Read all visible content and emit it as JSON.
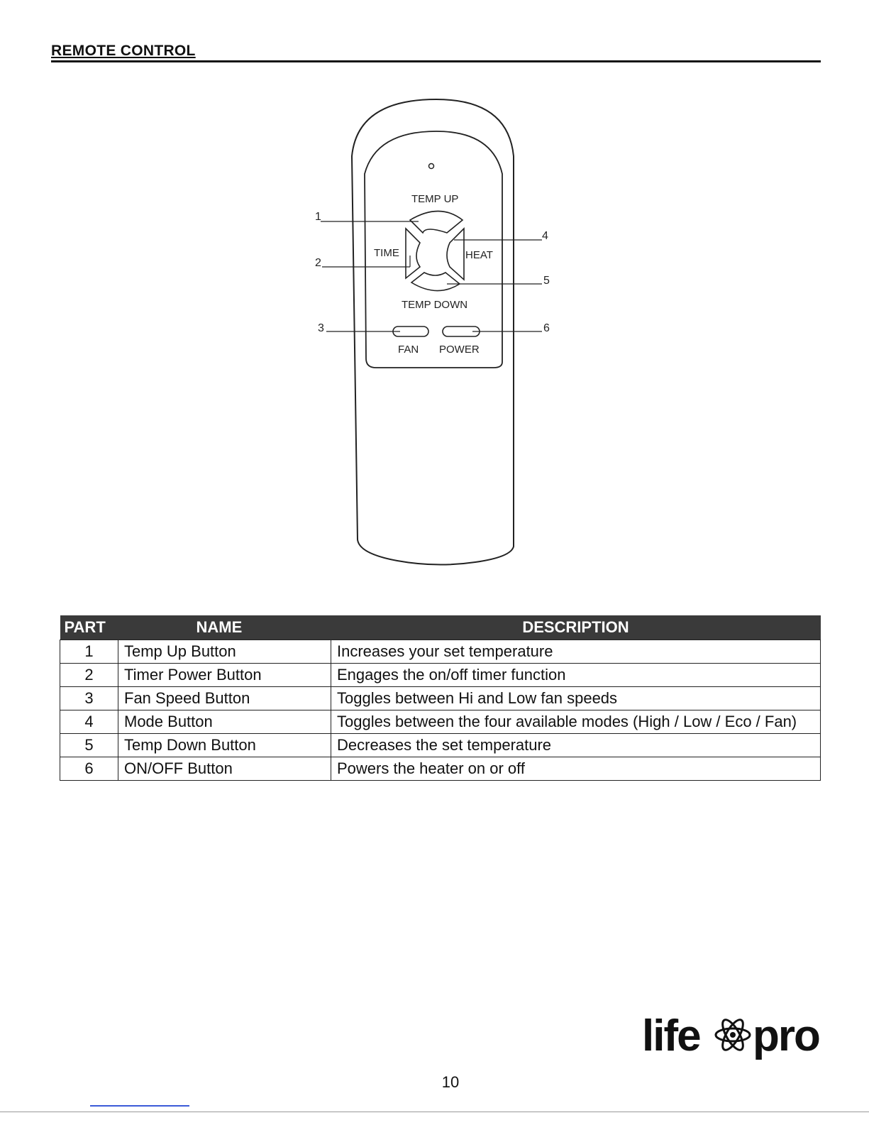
{
  "section_title": "REMOTE CONTROL",
  "remote": {
    "labels": {
      "temp_up": "TEMP UP",
      "time": "TIME",
      "heat": "HEAT",
      "temp_down": "TEMP DOWN",
      "fan": "FAN",
      "power": "POWER"
    },
    "callouts": [
      "1",
      "2",
      "3",
      "4",
      "5",
      "6"
    ]
  },
  "table": {
    "headers": {
      "part": "PART",
      "name": "NAME",
      "description": "DESCRIPTION"
    },
    "rows": [
      {
        "part": "1",
        "name": "Temp Up Button",
        "description": "Increases your set temperature"
      },
      {
        "part": "2",
        "name": "Timer Power Button",
        "description": "Engages the on/off timer function"
      },
      {
        "part": "3",
        "name": "Fan Speed Button",
        "description": "Toggles between Hi and Low fan speeds"
      },
      {
        "part": "4",
        "name": "Mode Button",
        "description": "Toggles between the four available modes (High / Low / Eco / Fan)"
      },
      {
        "part": "5",
        "name": "Temp Down Button",
        "description": "Decreases the set temperature"
      },
      {
        "part": "6",
        "name": "ON/OFF Button",
        "description": "Powers the heater on or off"
      }
    ]
  },
  "page_number": "10",
  "logo": {
    "left": "life",
    "right": "pro",
    "icon": "atom-icon"
  }
}
